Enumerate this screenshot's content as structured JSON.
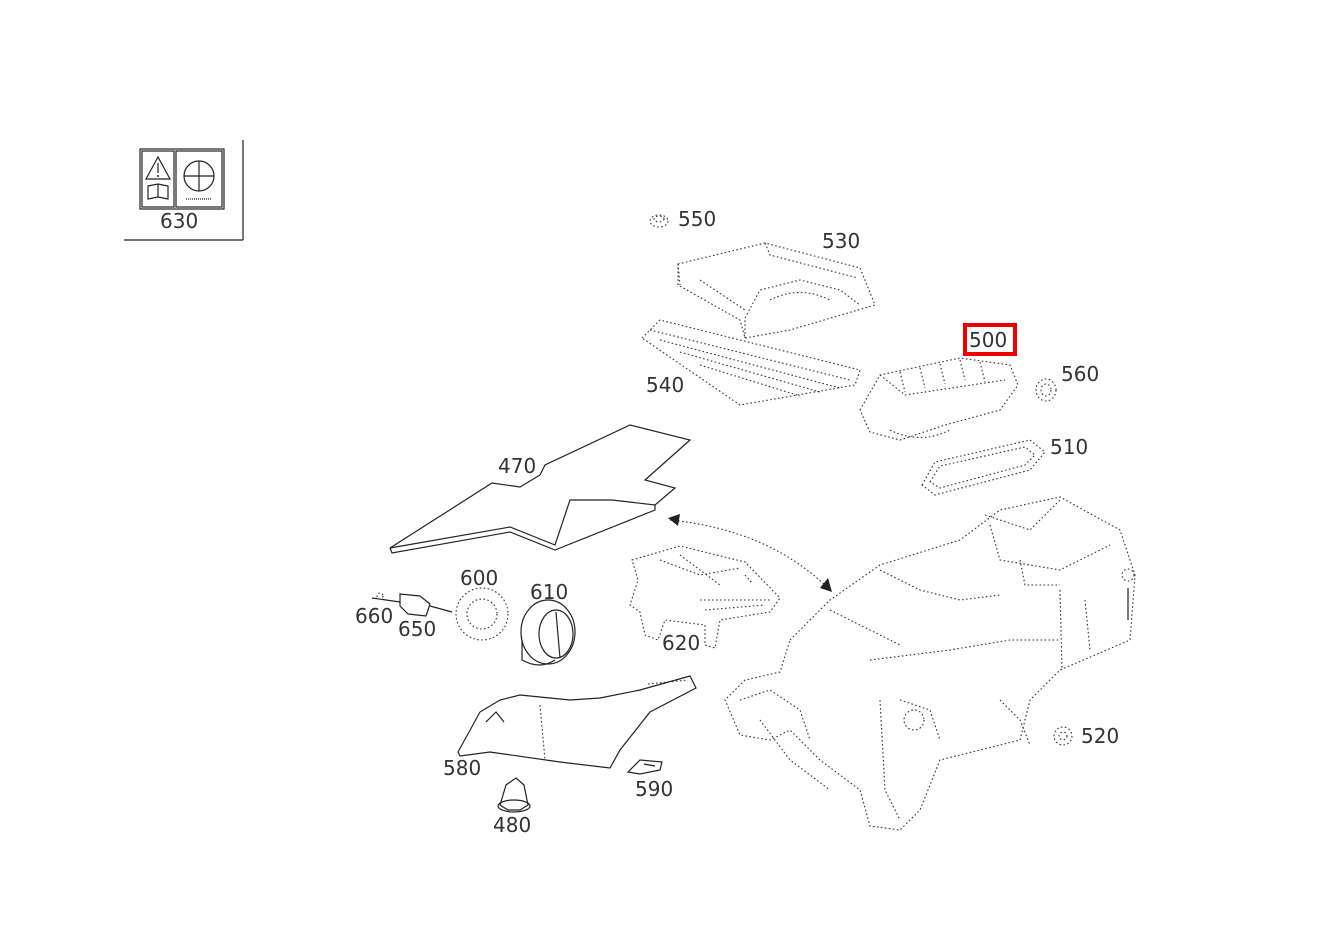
{
  "parts": {
    "p630": "630",
    "p550": "550",
    "p530": "530",
    "p500": "500",
    "p540": "540",
    "p560": "560",
    "p510": "510",
    "p470": "470",
    "p600": "600",
    "p610": "610",
    "p660": "660",
    "p650": "650",
    "p620": "620",
    "p520": "520",
    "p580": "580",
    "p590": "590",
    "p480": "480"
  },
  "highlighted_part": "500",
  "highlight_color": "#ee0000",
  "icons": [
    "warning-triangle-icon",
    "manual-book-icon",
    "crosshair-circle-icon"
  ]
}
